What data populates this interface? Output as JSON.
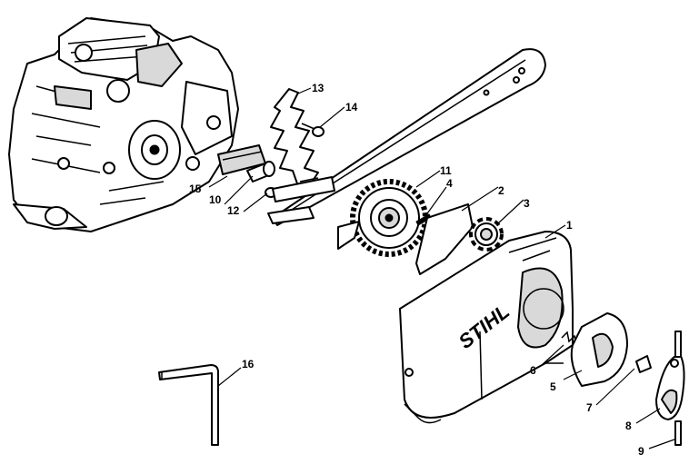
{
  "callouts": {
    "c1": "1",
    "c2": "2",
    "c3": "3",
    "c4": "4",
    "c5": "5",
    "c6": "6",
    "c7": "7",
    "c8": "8",
    "c9": "9",
    "c10": "10",
    "c11": "11",
    "c12": "12",
    "c13": "13",
    "c14": "14",
    "c15": "15",
    "c16": "16"
  },
  "brand_logo": "STIHL",
  "colors": {
    "line": "#000000",
    "background": "#ffffff",
    "shade": "#d9d9d9"
  }
}
